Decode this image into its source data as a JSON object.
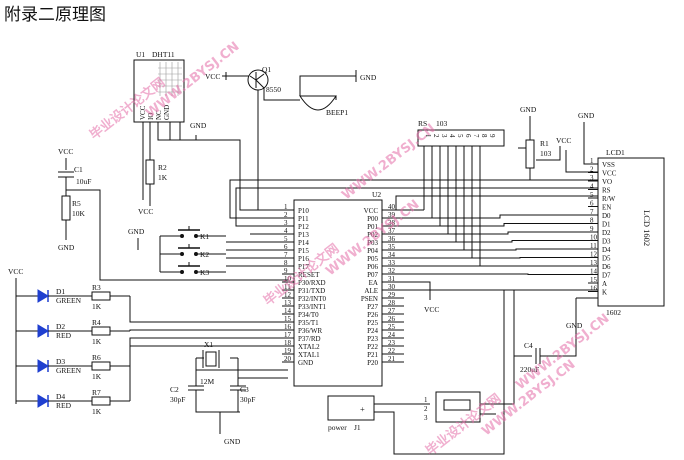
{
  "title": "附录二原理图",
  "watermarks": [
    "毕业设计论文网",
    "WWW.2BYSJ.CN",
    "毕业设计论文网",
    "WWW.2BYSJ.CN",
    "毕业设计论文网",
    "WWW.2BYSJ.CN",
    "毕业设计论文网"
  ],
  "power": {
    "vcc": "VCC",
    "gnd": "GND"
  },
  "u1": {
    "ref": "U1",
    "part": "DHT11",
    "pins": [
      "VCC",
      "IO",
      "NC",
      "GND"
    ]
  },
  "q1": {
    "ref": "Q1",
    "part": "8550"
  },
  "beep": {
    "ref": "BEEP1"
  },
  "rs": {
    "ref": "RS",
    "value": "103",
    "pins": [
      "1",
      "2",
      "3",
      "4",
      "5",
      "6",
      "7",
      "8",
      "9"
    ]
  },
  "r1": {
    "ref": "R1",
    "value": "103"
  },
  "r2": {
    "ref": "R2",
    "value": "1K"
  },
  "r5": {
    "ref": "R5",
    "value": "10K"
  },
  "c1": {
    "ref": "C1",
    "value": "10uF"
  },
  "keys": [
    "K1",
    "K2",
    "K3"
  ],
  "leds": [
    {
      "ref": "D1",
      "color": "GREEN",
      "res": "R3",
      "val": "1K"
    },
    {
      "ref": "D2",
      "color": "RED",
      "res": "R4",
      "val": "1K"
    },
    {
      "ref": "D3",
      "color": "GREEN",
      "res": "R6",
      "val": "1K"
    },
    {
      "ref": "D4",
      "color": "RED",
      "res": "R7",
      "val": "1K"
    }
  ],
  "x1": {
    "ref": "X1",
    "value": "12M"
  },
  "c2": {
    "ref": "C2",
    "value": "30pF"
  },
  "c3": {
    "ref": "C3",
    "value": "30pF"
  },
  "c4": {
    "ref": "C4",
    "value": "220uF"
  },
  "mcu": {
    "ref": "U2",
    "left": [
      "P10",
      "P11",
      "P12",
      "P13",
      "P14",
      "P15",
      "P16",
      "P17",
      "RESET",
      "P30/RXD",
      "P31/TXD",
      "P32/INT0",
      "P33/INT1",
      "P34/T0",
      "P35/T1",
      "P36/WR",
      "P37/RD",
      "XTAL2",
      "XTAL1",
      "GND"
    ],
    "left_nums": [
      "1",
      "2",
      "3",
      "4",
      "5",
      "6",
      "7",
      "8",
      "9",
      "10",
      "11",
      "12",
      "13",
      "14",
      "15",
      "16",
      "17",
      "18",
      "19",
      "20"
    ],
    "right": [
      "VCC",
      "P00",
      "P01",
      "P02",
      "P03",
      "P04",
      "P05",
      "P06",
      "P07",
      "EA",
      "ALE",
      "PSEN",
      "P27",
      "P26",
      "P25",
      "P24",
      "P23",
      "P22",
      "P21",
      "P20"
    ],
    "right_nums": [
      "40",
      "39",
      "38",
      "37",
      "36",
      "35",
      "34",
      "33",
      "32",
      "31",
      "30",
      "29",
      "28",
      "27",
      "26",
      "25",
      "24",
      "23",
      "22",
      "21"
    ]
  },
  "lcd": {
    "ref": "LCD1",
    "name": "LCD 1602",
    "footer": "1602",
    "pins": [
      "VSS",
      "VCC",
      "VO",
      "RS",
      "R/W",
      "EN",
      "D0",
      "D1",
      "D2",
      "D3",
      "D4",
      "D5",
      "D6",
      "D7",
      "A",
      "K"
    ],
    "nums": [
      "1",
      "2",
      "3",
      "4",
      "5",
      "6",
      "7",
      "8",
      "9",
      "10",
      "11",
      "12",
      "13",
      "14",
      "15",
      "16"
    ]
  },
  "pwr": {
    "label": "power",
    "ref": "J1",
    "plus": "+"
  },
  "sw": {
    "pins": [
      "1",
      "2",
      "3"
    ]
  }
}
